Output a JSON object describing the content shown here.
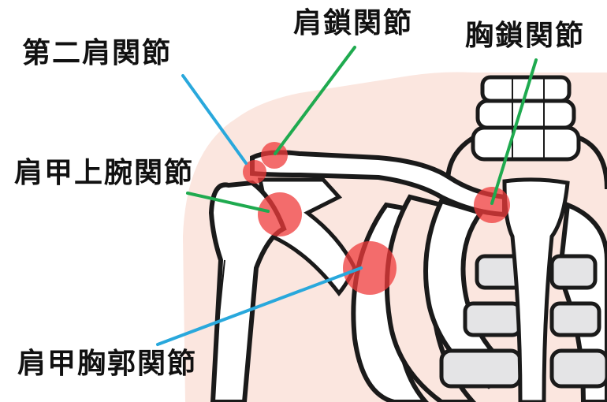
{
  "diagram": {
    "subject": "shoulder joint complex",
    "labels": [
      {
        "id": "second-shoulder-joint",
        "text": "第二肩関節",
        "line_color": "#29a8dc"
      },
      {
        "id": "acromioclavicular-joint",
        "text": "肩鎖関節",
        "line_color": "#1faa4f"
      },
      {
        "id": "sternoclavicular-joint",
        "text": "胸鎖関節",
        "line_color": "#1faa4f"
      },
      {
        "id": "glenohumeral-joint",
        "text": "肩甲上腕関節",
        "line_color": "#1faa4f"
      },
      {
        "id": "scapulothoracic-joint",
        "text": "肩甲胸郭関節",
        "line_color": "#29a8dc"
      }
    ],
    "colors": {
      "skin": "#fbe6df",
      "bone": "#ffffff",
      "outline": "#1a1a1a",
      "joint_highlight": "#ef3b3b",
      "cartilage": "#e4e4e6",
      "blue_leader": "#29a8dc",
      "green_leader": "#1faa4f"
    }
  }
}
